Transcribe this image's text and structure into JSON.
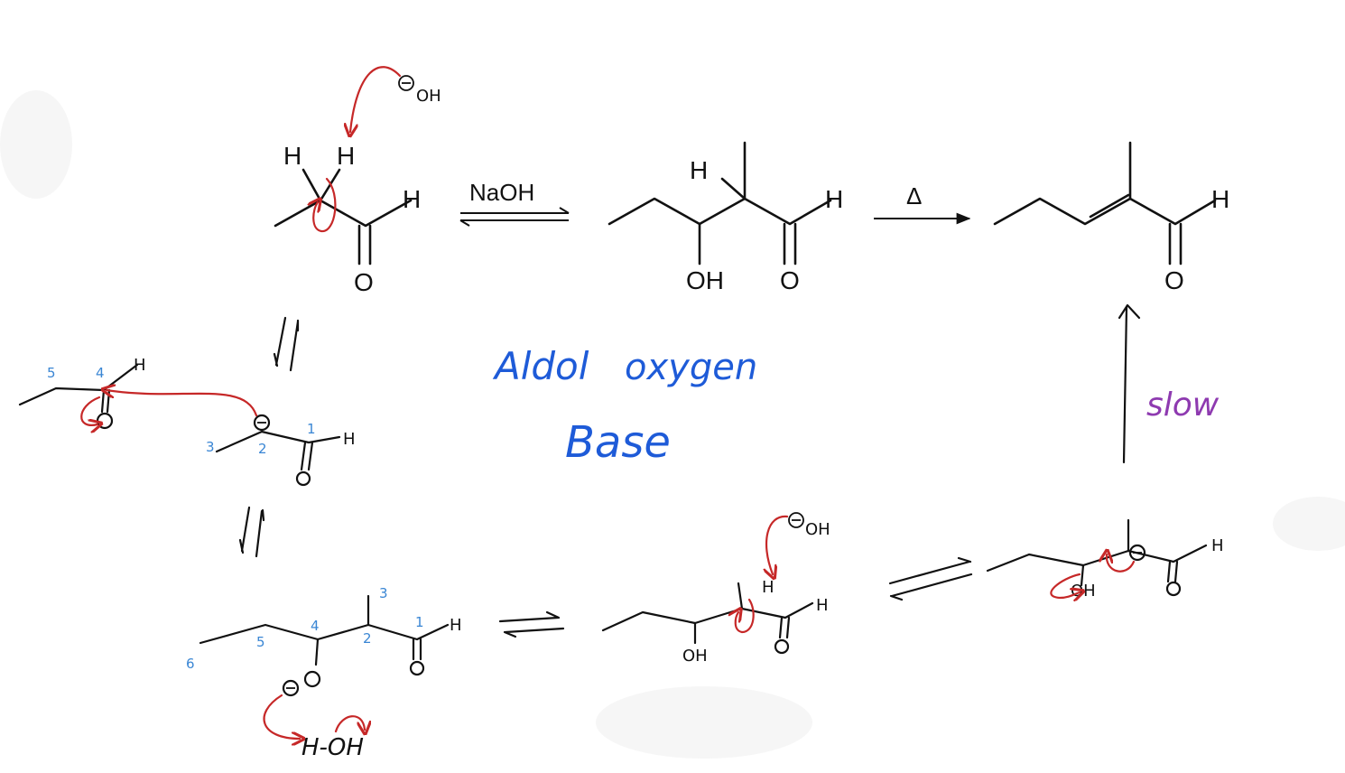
{
  "colors": {
    "ink": "#111111",
    "mechanism_arrow": "#c62828",
    "annotation_blue": "#1e5bd8",
    "slow_label": "#8e3ab0",
    "carbon_numbers": "#3a86d4"
  },
  "top_row": {
    "reactant": {
      "atoms": {
        "h_left": "H",
        "h_right": "H",
        "h_aldehyde": "H",
        "o_carbonyl": "O"
      },
      "attacking_base": "OH"
    },
    "reagent": "NaOH",
    "aldol_product": {
      "atoms": {
        "h_alpha": "H",
        "h_aldehyde": "H",
        "hydroxyl": "OH",
        "o_carbonyl": "O"
      }
    },
    "heat": "Δ",
    "enal_product": {
      "atoms": {
        "h_aldehyde": "H",
        "o_carbonyl": "O"
      }
    }
  },
  "annotations": {
    "line1_word1": "Aldol",
    "line1_word2": "oxygen",
    "line2": "Base",
    "slow": "slow"
  },
  "mechanism": {
    "enolate_step": {
      "numbers": [
        "5",
        "4",
        "3",
        "2",
        "1"
      ],
      "h_electrophile": "H",
      "h_enolate": "H"
    },
    "alkoxide_step": {
      "numbers": [
        "6",
        "5",
        "4",
        "2",
        "3",
        "1"
      ],
      "h_aldehyde": "H",
      "water": "H-OH"
    },
    "deprotonation_step": {
      "base": "OH",
      "h_alpha": "H",
      "h_aldehyde": "H",
      "hydroxyl": "OH"
    },
    "elimination_step": {
      "h_aldehyde": "H",
      "leaving_group": "OH"
    }
  }
}
